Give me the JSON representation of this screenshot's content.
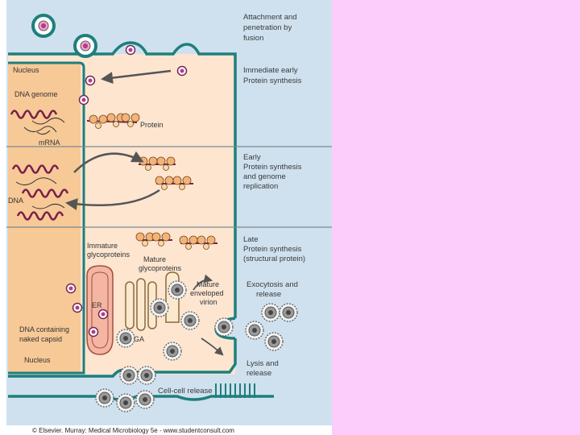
{
  "stages": {
    "attachment": [
      "Attachment and",
      "penetration by",
      "fusion"
    ],
    "immediate_early": [
      "Immediate early",
      "Protein synthesis"
    ],
    "early": [
      "Early",
      "Protein synthesis",
      "and genome",
      "replication"
    ],
    "late": [
      "Late",
      "Protein synthesis",
      "(structural protein)"
    ],
    "exocytosis": [
      "Exocytosis and",
      "release"
    ],
    "lysis": [
      "Lysis and",
      "release"
    ],
    "cell_cell": "Cell-cell release"
  },
  "labels": {
    "nucleus_top": "Nucleus",
    "dna_genome": "DNA genome",
    "protein": "Protein",
    "mrna": "mRNA",
    "dna": "DNA",
    "immature": [
      "Immature",
      "glycoproteins"
    ],
    "mature_gp": [
      "Mature",
      "glycoproteins"
    ],
    "mature_virion": [
      "Mature",
      "enveloped",
      "virion"
    ],
    "er": "ER",
    "ga": "GA",
    "dna_capsid": [
      "DNA containing",
      "naked capsid"
    ],
    "nucleus_bottom": "Nucleus"
  },
  "credit": "© Elsevier. Murray: Medical Microbiology 5e - www.studentconsult.com",
  "colors": {
    "outside": "#cfe1ee",
    "cytoplasm": "#fde5d0",
    "nucleus": "#f7c996",
    "membrane": "#1e7f7d",
    "divider": "#7a8a93",
    "dna": "#7a1f4a",
    "capsid": "#c0338a",
    "er": "#f4b5a2",
    "page_bg": "#fccdfa"
  }
}
